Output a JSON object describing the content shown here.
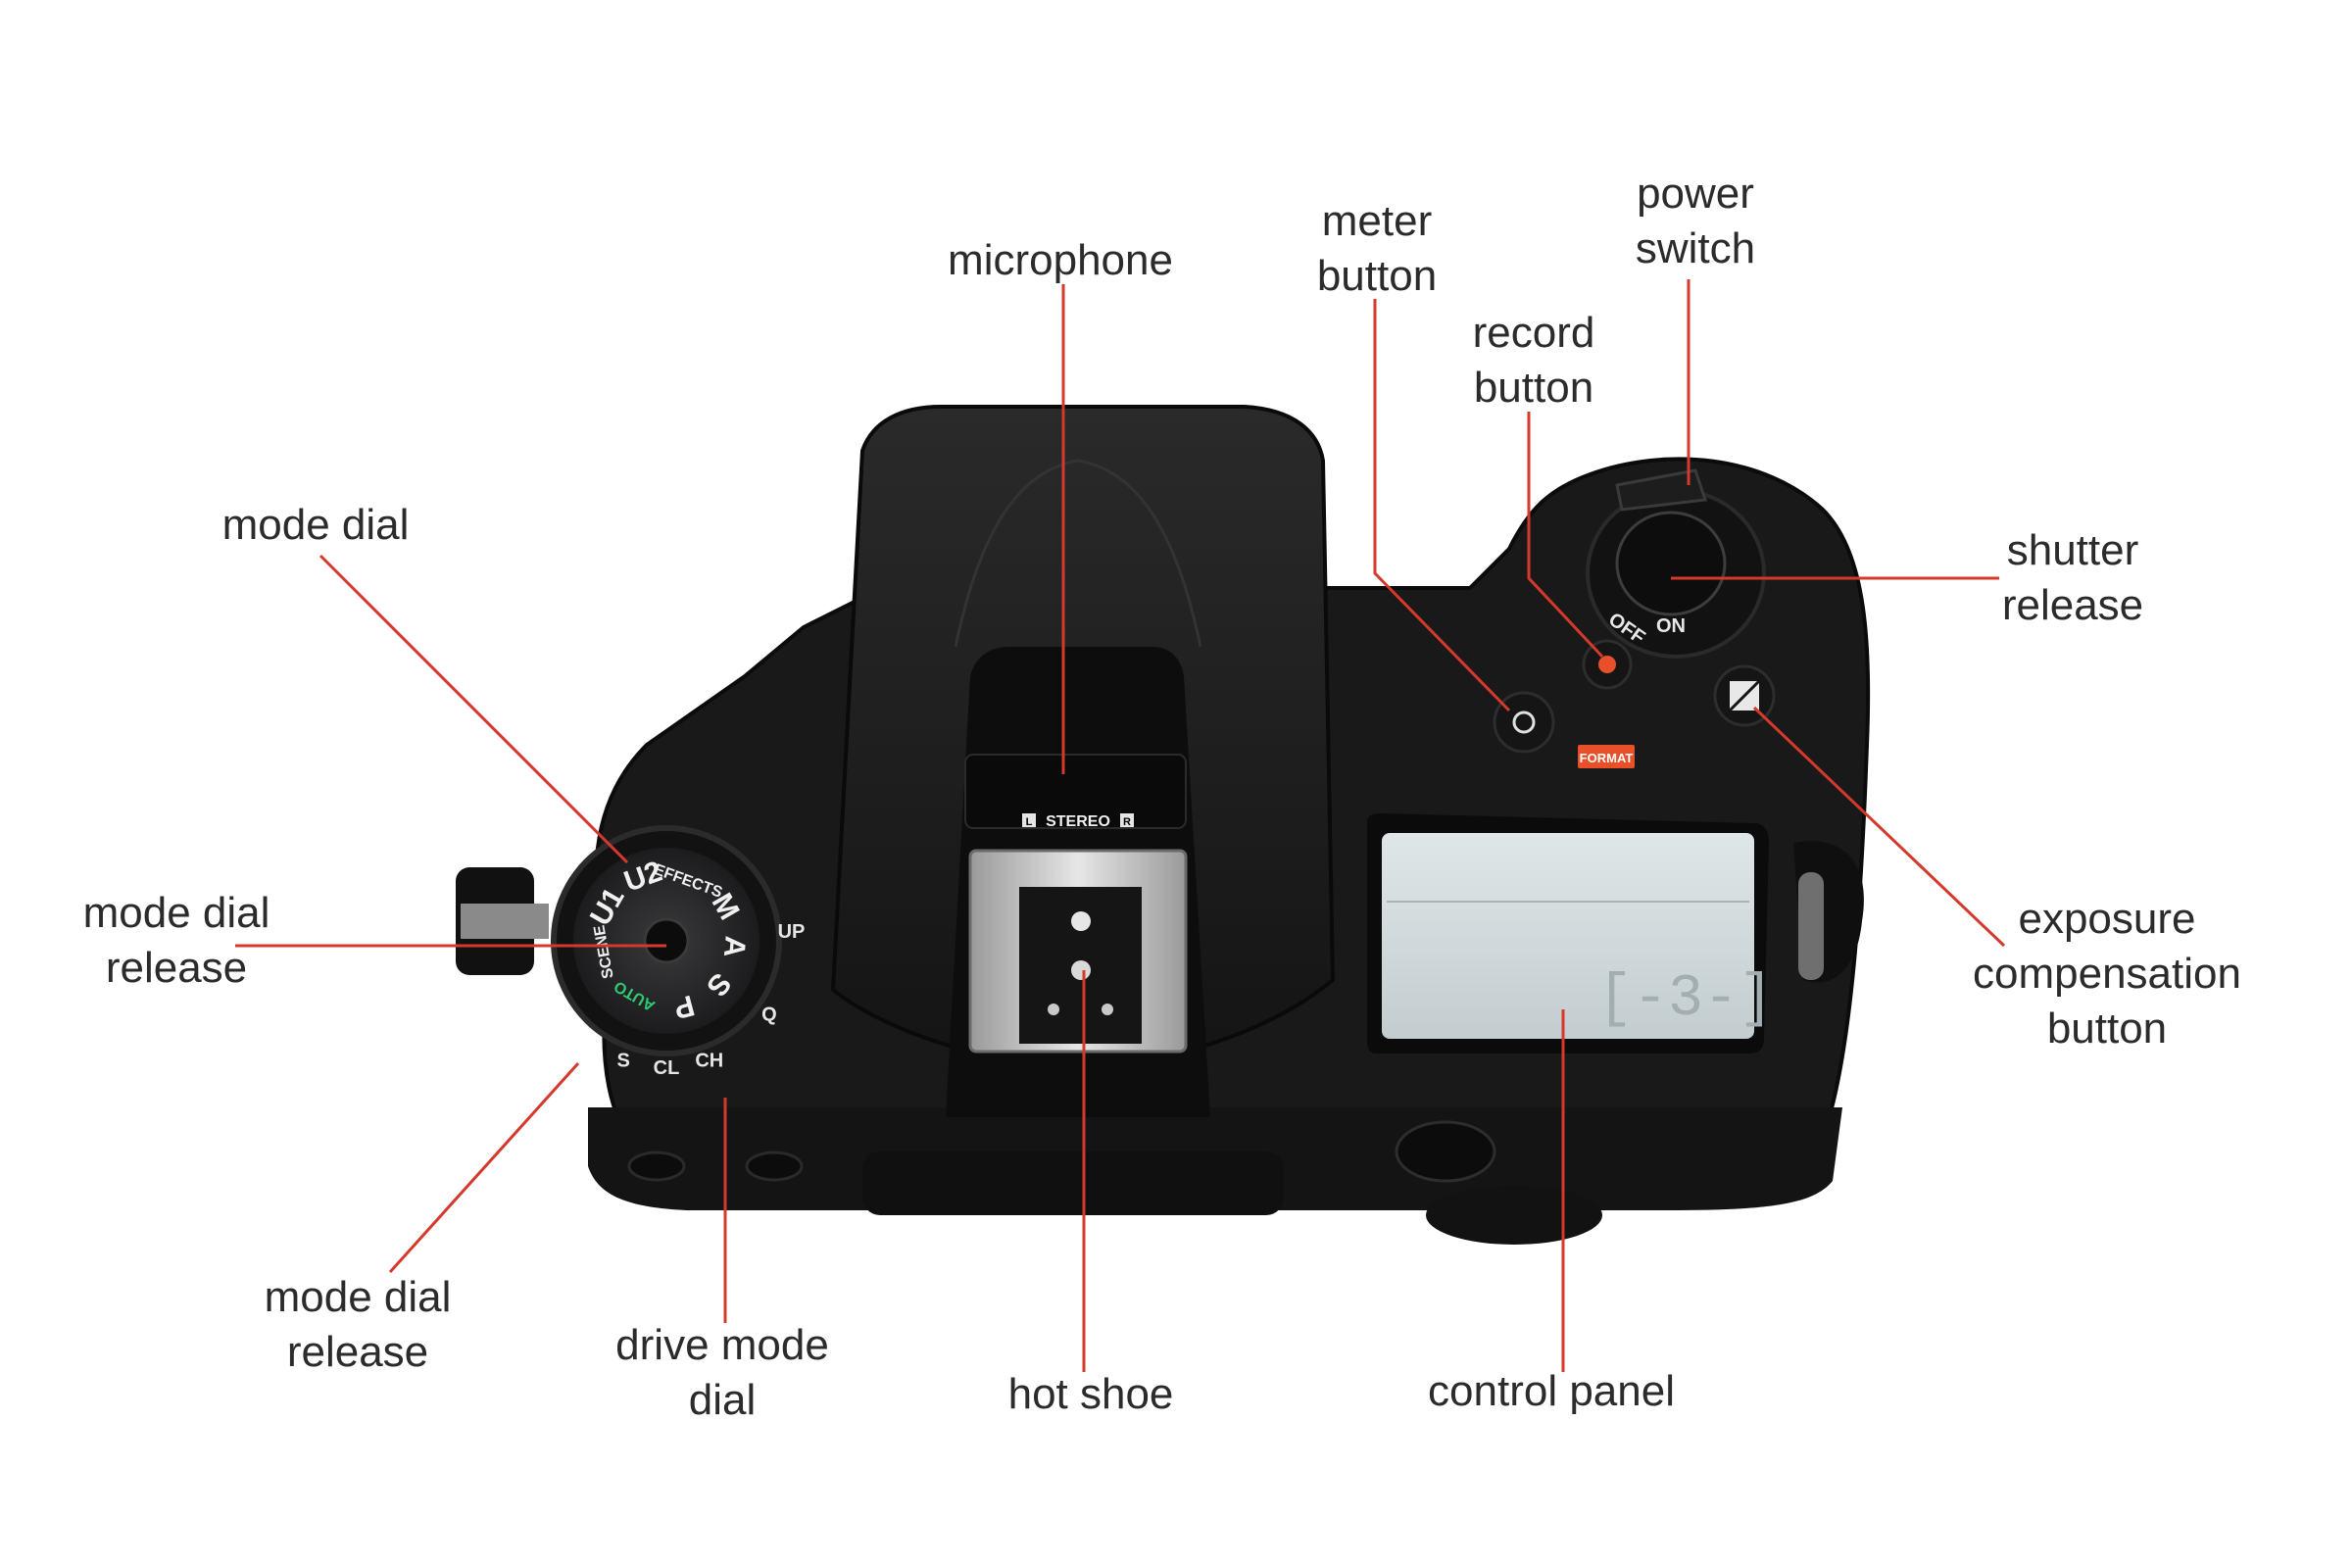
{
  "colors": {
    "leader_line": "#d5392b",
    "label_text": "#2b2b2b",
    "camera_body": "#1a1a1a",
    "lcd_panel": "#cfd8db",
    "record_dot": "#e8502a",
    "auto_green": "#2ecc71",
    "format_orange": "#e8502a"
  },
  "camera": {
    "stereo_badge": "STEREO",
    "stereo_left": "L",
    "stereo_right": "R",
    "power_off": "OFF",
    "power_on": "ON",
    "format_mark": "FORMAT",
    "lcd_readout": "[-3-]",
    "mode_dial_positions": [
      "U1",
      "U2",
      "EFFECTS",
      "M",
      "A",
      "S",
      "P",
      "AUTO",
      "SCENE"
    ],
    "drive_dial_positions": [
      "S",
      "CL",
      "CH",
      "Q",
      "UP"
    ]
  },
  "callouts": [
    {
      "id": "microphone",
      "lines": [
        "microphone"
      ]
    },
    {
      "id": "meter-button",
      "lines": [
        "meter",
        "button"
      ]
    },
    {
      "id": "power-switch",
      "lines": [
        "power",
        "switch"
      ]
    },
    {
      "id": "record-button",
      "lines": [
        "record",
        "button"
      ]
    },
    {
      "id": "shutter-release",
      "lines": [
        "shutter",
        "release"
      ]
    },
    {
      "id": "mode-dial",
      "lines": [
        "mode dial"
      ]
    },
    {
      "id": "mode-dial-release-upper",
      "lines": [
        "mode dial",
        "release"
      ]
    },
    {
      "id": "exposure-compensation-button",
      "lines": [
        "exposure",
        "compensation",
        "button"
      ]
    },
    {
      "id": "mode-dial-release-lower",
      "lines": [
        "mode dial",
        "release"
      ]
    },
    {
      "id": "drive-mode-dial",
      "lines": [
        "drive mode",
        "dial"
      ]
    },
    {
      "id": "hot-shoe",
      "lines": [
        "hot shoe"
      ]
    },
    {
      "id": "control-panel",
      "lines": [
        "control panel"
      ]
    }
  ]
}
